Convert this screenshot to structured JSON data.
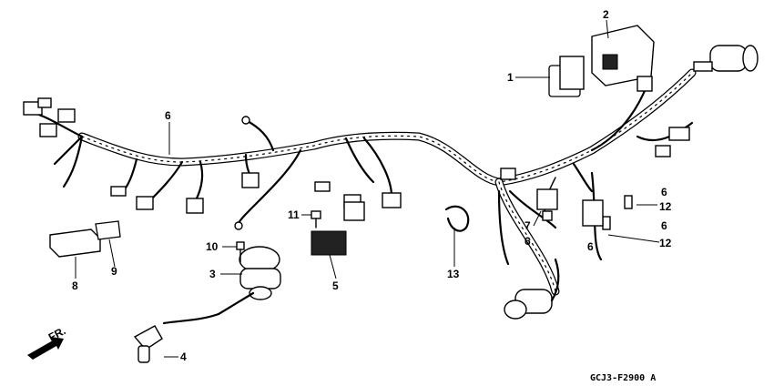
{
  "diagram": {
    "drawing_code": "GCJ3-F2900 A",
    "direction_marker": "FR.",
    "callouts": [
      {
        "key": "c1",
        "text": "1"
      },
      {
        "key": "c2",
        "text": "2"
      },
      {
        "key": "c3",
        "text": "3"
      },
      {
        "key": "c4",
        "text": "4"
      },
      {
        "key": "c5",
        "text": "5"
      },
      {
        "key": "c6a",
        "text": "6"
      },
      {
        "key": "c6b",
        "text": "6"
      },
      {
        "key": "c6c",
        "text": "6"
      },
      {
        "key": "c6d",
        "text": "6"
      },
      {
        "key": "c6e",
        "text": "6"
      },
      {
        "key": "c7",
        "text": "7"
      },
      {
        "key": "c8",
        "text": "8"
      },
      {
        "key": "c9",
        "text": "9"
      },
      {
        "key": "c10",
        "text": "10"
      },
      {
        "key": "c11",
        "text": "11"
      },
      {
        "key": "c12a",
        "text": "12"
      },
      {
        "key": "c12b",
        "text": "12"
      },
      {
        "key": "c13",
        "text": "13"
      }
    ]
  }
}
